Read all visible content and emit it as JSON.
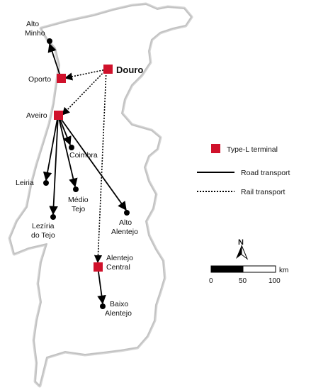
{
  "colors": {
    "terminal": "#d0112b",
    "border": "#c7c7c7",
    "coast_shadow": "#b5b5b5",
    "route": "#000000"
  },
  "places": {
    "alto_minho": [
      "Alto",
      "Minho"
    ],
    "oporto": "Oporto",
    "douro": "Douro",
    "aveiro": "Aveiro",
    "coimbra": "Coimbra",
    "leiria": "Leiria",
    "medio_tejo": [
      "Médio",
      "Tejo"
    ],
    "leziria_do_tejo": [
      "Lezíria",
      "do Tejo"
    ],
    "alto_alentejo": [
      "Alto",
      "Alentejo"
    ],
    "alentejo_central": [
      "Alentejo",
      "Central"
    ],
    "baixo_alentejo": [
      "Baixo",
      "Alentejo"
    ]
  },
  "legend": {
    "terminal": "Type-L terminal",
    "road": "Road transport",
    "rail": "Rail transport"
  },
  "north_label": "N",
  "north_icon": "north-arrow-icon",
  "scale": {
    "unit": "km",
    "ticks": [
      "0",
      "50",
      "100"
    ]
  },
  "routes": {
    "road": [
      [
        "oporto",
        "alto_minho"
      ],
      [
        "aveiro",
        "coimbra"
      ],
      [
        "aveiro",
        "leiria"
      ],
      [
        "aveiro",
        "medio_tejo"
      ],
      [
        "aveiro",
        "leziria_do_tejo"
      ],
      [
        "aveiro",
        "alto_alentejo"
      ],
      [
        "alentejo_central",
        "baixo_alentejo"
      ]
    ],
    "rail": [
      [
        "douro",
        "oporto"
      ],
      [
        "douro",
        "aveiro"
      ],
      [
        "douro",
        "alentejo_central"
      ]
    ]
  }
}
